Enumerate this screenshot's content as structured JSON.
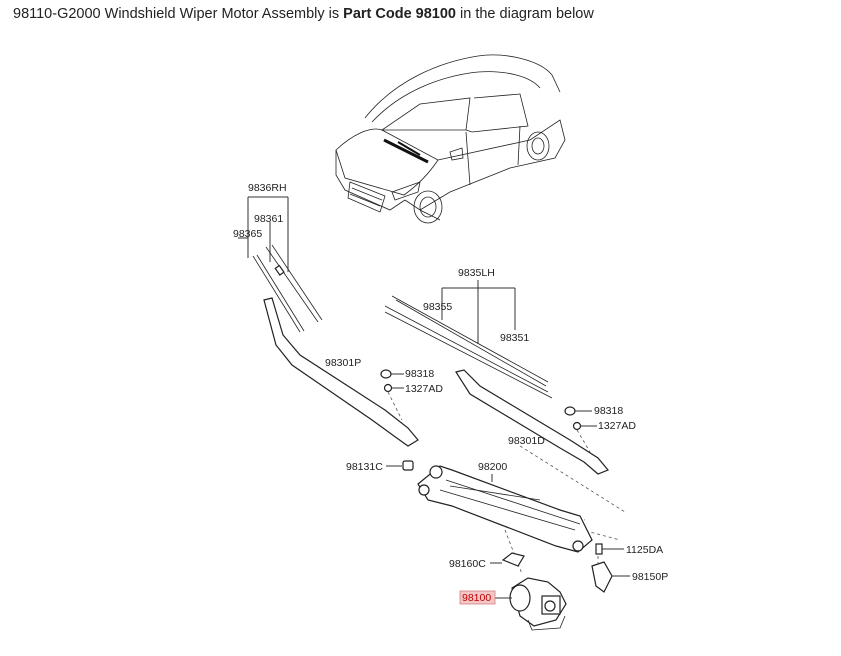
{
  "caption": {
    "prefix": "98110-G2000 Windshield Wiper Motor Assembly is ",
    "bold": "Part Code 98100",
    "suffix": " in the diagram below"
  },
  "labels": {
    "p9836RH": "9836RH",
    "p98361": "98361",
    "p98365": "98365",
    "p9835LH": "9835LH",
    "p98355": "98355",
    "p98351": "98351",
    "p98301P": "98301P",
    "p98318a": "98318",
    "p1327ADa": "1327AD",
    "p98318b": "98318",
    "p1327ADb": "1327AD",
    "p98301D": "98301D",
    "p98131C": "98131C",
    "p98200": "98200",
    "p1125DA": "1125DA",
    "p98160C": "98160C",
    "p98150P": "98150P",
    "p98100": "98100"
  },
  "colors": {
    "highlight_fill": "#f4c6c6",
    "highlight_text": "#c00000",
    "line": "#333333"
  }
}
